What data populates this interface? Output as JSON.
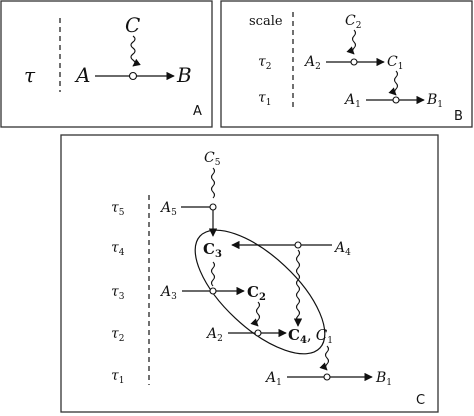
{
  "panels": {
    "A": {
      "tag": "A",
      "tau": "τ",
      "nodes": {
        "C": "C",
        "A": "A",
        "B": "B"
      }
    },
    "B": {
      "tag": "B",
      "scale": "scale",
      "rows": [
        "τ",
        "τ"
      ],
      "row_subs": [
        "2",
        "1"
      ],
      "nodes": {
        "C": "C",
        "C_sub": "2",
        "A2": "A",
        "A2_sub": "2",
        "C1": "C",
        "C1_sub": "1",
        "A1": "A",
        "A1_sub": "1",
        "B1": "B",
        "B1_sub": "1"
      }
    },
    "C": {
      "tag": "C",
      "rows": [
        "τ",
        "τ",
        "τ",
        "τ",
        "τ"
      ],
      "row_subs": [
        "5",
        "4",
        "3",
        "2",
        "1"
      ],
      "nodes": {
        "C5": "C",
        "C5_sub": "5",
        "A5": "A",
        "A5_sub": "5",
        "C3": "C",
        "C3_sub": "3",
        "A4": "A",
        "A4_sub": "4",
        "A3": "A",
        "A3_sub": "3",
        "C2": "C",
        "C2_sub": "2",
        "A2": "A",
        "A2_sub": "2",
        "C4": "C",
        "C4_sub": "4",
        "comma": ",",
        "C1": "C",
        "C1_sub": "1",
        "A1": "A",
        "A1_sub": "1",
        "B1": "B",
        "B1_sub": "1"
      }
    }
  }
}
